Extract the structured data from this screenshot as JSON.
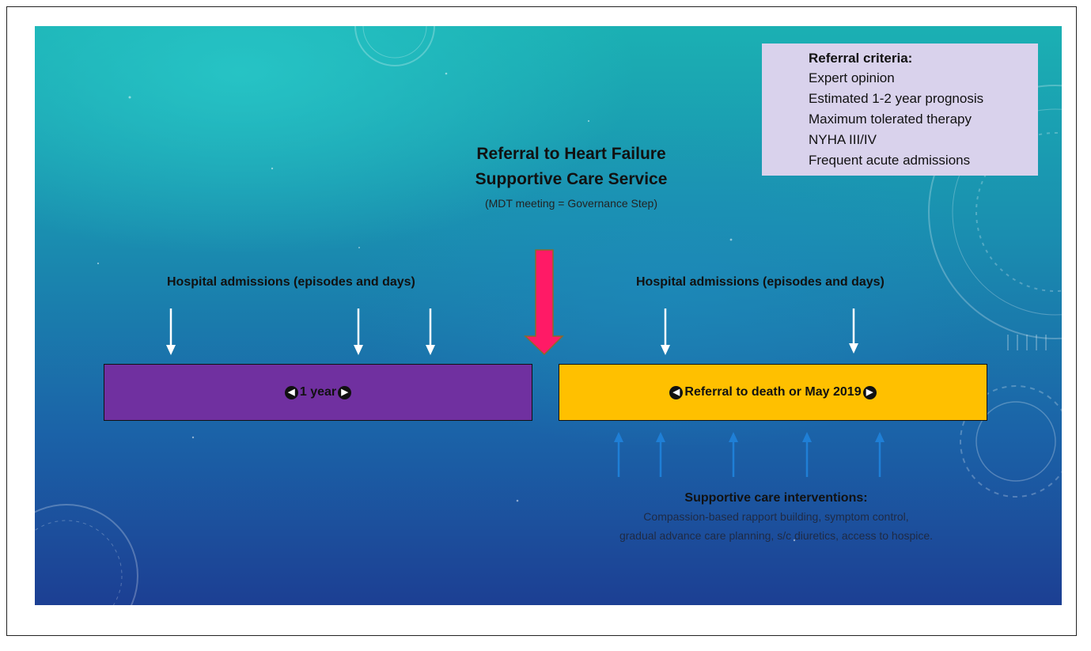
{
  "title": {
    "line1": "Referral to Heart Failure",
    "line2": "Supportive Care Service",
    "subtitle": "(MDT meeting = Governance Step)"
  },
  "referral_criteria": {
    "heading": "Referral criteria:",
    "items": [
      "Expert opinion",
      "Estimated 1-2 year prognosis",
      "Maximum tolerated therapy",
      "NYHA III/IV",
      "Frequent acute admissions"
    ]
  },
  "admissions": {
    "left_label": "Hospital admissions (episodes and days)",
    "right_label": "Hospital admissions (episodes and days)"
  },
  "timeline": {
    "before_label": "1 year",
    "after_label": "Referral to death or May 2019"
  },
  "interventions": {
    "heading": "Supportive care interventions:",
    "line1": "Compassion-based rapport building, symptom control,",
    "line2": "gradual advance care planning,  s/c diuretics, access to hospice."
  },
  "colors": {
    "before_bar": "#7030a0",
    "after_bar": "#ffc000",
    "referral_arrow": "#ff1a66",
    "admission_arrow": "#ffffff",
    "intervention_arrow": "#1f7fd6",
    "criteria_box": "#d9d2ec"
  },
  "icons": {
    "bar_left_icon": "circle-arrow-left-icon",
    "bar_right_icon": "circle-arrow-right-icon"
  }
}
